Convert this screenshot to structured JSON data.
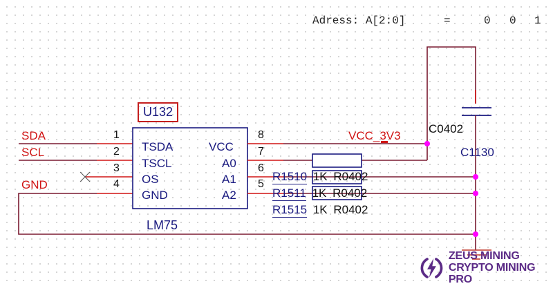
{
  "header": {
    "address_label": "Adress: A[2:0]",
    "equals": "=",
    "bits": [
      "0",
      "0",
      "1"
    ]
  },
  "chip": {
    "refdes": "U132",
    "part": "LM75",
    "left_pins": [
      {
        "num": "1",
        "name": "TSDA",
        "net": "SDA"
      },
      {
        "num": "2",
        "name": "TSCL",
        "net": "SCL"
      },
      {
        "num": "3",
        "name": "OS",
        "net": ""
      },
      {
        "num": "4",
        "name": "GND",
        "net": "GND"
      }
    ],
    "right_pins": [
      {
        "num": "8",
        "name": "VCC"
      },
      {
        "num": "7",
        "name": "A0"
      },
      {
        "num": "6",
        "name": "A1"
      },
      {
        "num": "5",
        "name": "A2"
      }
    ]
  },
  "nets": {
    "vcc": "VCC_3V3"
  },
  "capacitor": {
    "package": "C0402",
    "refdes": "C1130"
  },
  "resistors": [
    {
      "refdes": "R1510",
      "value": "1K",
      "package": "R0402"
    },
    {
      "refdes": "R1511",
      "value": "1K",
      "package": "R0402"
    },
    {
      "refdes": "R1515",
      "value": "1K",
      "package": "R0402"
    }
  ],
  "watermark": {
    "line1": "ZEUS MINING",
    "line2": "CRYPTO MINING PRO"
  },
  "colors": {
    "wire": "#8b1a3a",
    "pin": "#d01414",
    "component": "#1a1a80",
    "junction": "#ff00ff",
    "brand": "#5b2a86"
  }
}
